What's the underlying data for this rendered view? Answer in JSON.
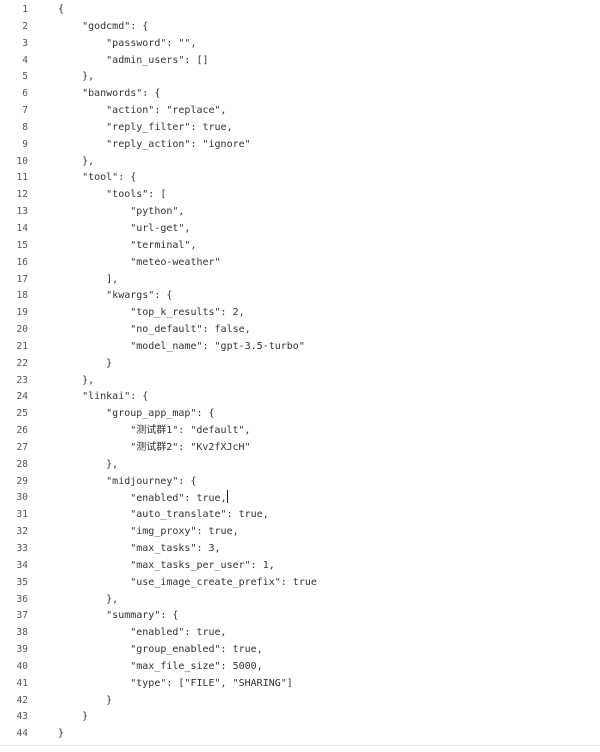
{
  "editor": {
    "caret_line": 30,
    "lines": [
      {
        "n": "1",
        "text": "{"
      },
      {
        "n": "2",
        "text": "    \"godcmd\": {"
      },
      {
        "n": "3",
        "text": "        \"password\": \"\","
      },
      {
        "n": "4",
        "text": "        \"admin_users\": []"
      },
      {
        "n": "5",
        "text": "    },"
      },
      {
        "n": "6",
        "text": "    \"banwords\": {"
      },
      {
        "n": "7",
        "text": "        \"action\": \"replace\","
      },
      {
        "n": "8",
        "text": "        \"reply_filter\": true,"
      },
      {
        "n": "9",
        "text": "        \"reply_action\": \"ignore\""
      },
      {
        "n": "10",
        "text": "    },"
      },
      {
        "n": "11",
        "text": "    \"tool\": {"
      },
      {
        "n": "12",
        "text": "        \"tools\": ["
      },
      {
        "n": "13",
        "text": "            \"python\","
      },
      {
        "n": "14",
        "text": "            \"url-get\","
      },
      {
        "n": "15",
        "text": "            \"terminal\","
      },
      {
        "n": "16",
        "text": "            \"meteo-weather\""
      },
      {
        "n": "17",
        "text": "        ],"
      },
      {
        "n": "18",
        "text": "        \"kwargs\": {"
      },
      {
        "n": "19",
        "text": "            \"top_k_results\": 2,"
      },
      {
        "n": "20",
        "text": "            \"no_default\": false,"
      },
      {
        "n": "21",
        "text": "            \"model_name\": \"gpt-3.5-turbo\""
      },
      {
        "n": "22",
        "text": "        }"
      },
      {
        "n": "23",
        "text": "    },"
      },
      {
        "n": "24",
        "text": "    \"linkai\": {"
      },
      {
        "n": "25",
        "text": "        \"group_app_map\": {"
      },
      {
        "n": "26",
        "text": "            \"测试群1\": \"default\","
      },
      {
        "n": "27",
        "text": "            \"测试群2\": \"Kv2fXJcH\""
      },
      {
        "n": "28",
        "text": "        },"
      },
      {
        "n": "29",
        "text": "        \"midjourney\": {"
      },
      {
        "n": "30",
        "text": "            \"enabled\": true,"
      },
      {
        "n": "31",
        "text": "            \"auto_translate\": true,"
      },
      {
        "n": "32",
        "text": "            \"img_proxy\": true,"
      },
      {
        "n": "33",
        "text": "            \"max_tasks\": 3,"
      },
      {
        "n": "34",
        "text": "            \"max_tasks_per_user\": 1,"
      },
      {
        "n": "35",
        "text": "            \"use_image_create_prefix\": true"
      },
      {
        "n": "36",
        "text": "        },"
      },
      {
        "n": "37",
        "text": "        \"summary\": {"
      },
      {
        "n": "38",
        "text": "            \"enabled\": true,"
      },
      {
        "n": "39",
        "text": "            \"group_enabled\": true,"
      },
      {
        "n": "40",
        "text": "            \"max_file_size\": 5000,"
      },
      {
        "n": "41",
        "text": "            \"type\": [\"FILE\", \"SHARING\"]"
      },
      {
        "n": "42",
        "text": "        }"
      },
      {
        "n": "43",
        "text": "    }"
      },
      {
        "n": "44",
        "text": "}"
      }
    ]
  }
}
